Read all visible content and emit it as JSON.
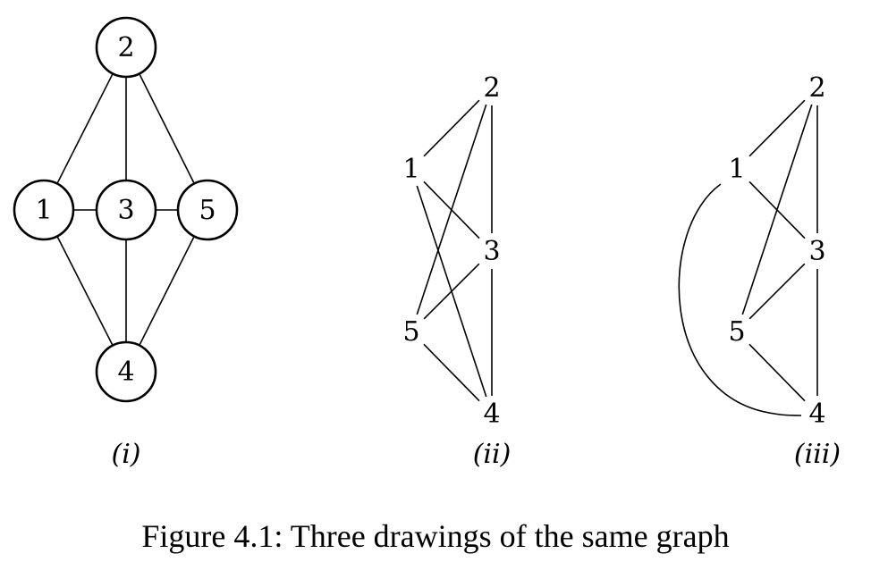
{
  "caption": "Figure 4.1: Three drawings of the same graph",
  "drawings": [
    {
      "id": "i",
      "sublabel": "(i)",
      "circled": true,
      "nodes": [
        {
          "id": "1",
          "label": "1"
        },
        {
          "id": "2",
          "label": "2"
        },
        {
          "id": "3",
          "label": "3"
        },
        {
          "id": "4",
          "label": "4"
        },
        {
          "id": "5",
          "label": "5"
        }
      ],
      "edges": [
        [
          "1",
          "2"
        ],
        [
          "2",
          "3"
        ],
        [
          "2",
          "5"
        ],
        [
          "1",
          "3"
        ],
        [
          "3",
          "5"
        ],
        [
          "1",
          "4"
        ],
        [
          "3",
          "4"
        ],
        [
          "5",
          "4"
        ]
      ]
    },
    {
      "id": "ii",
      "sublabel": "(ii)",
      "circled": false,
      "nodes": [
        {
          "id": "1",
          "label": "1"
        },
        {
          "id": "2",
          "label": "2"
        },
        {
          "id": "3",
          "label": "3"
        },
        {
          "id": "4",
          "label": "4"
        },
        {
          "id": "5",
          "label": "5"
        }
      ],
      "edges": [
        [
          "1",
          "2"
        ],
        [
          "2",
          "5"
        ],
        [
          "2",
          "3"
        ],
        [
          "1",
          "3"
        ],
        [
          "1",
          "4"
        ],
        [
          "5",
          "3"
        ],
        [
          "5",
          "4"
        ],
        [
          "3",
          "4"
        ]
      ]
    },
    {
      "id": "iii",
      "sublabel": "(iii)",
      "circled": false,
      "nodes": [
        {
          "id": "1",
          "label": "1"
        },
        {
          "id": "2",
          "label": "2"
        },
        {
          "id": "3",
          "label": "3"
        },
        {
          "id": "4",
          "label": "4"
        },
        {
          "id": "5",
          "label": "5"
        }
      ],
      "edges": [
        [
          "1",
          "2"
        ],
        [
          "2",
          "5"
        ],
        [
          "2",
          "3"
        ],
        [
          "1",
          "3"
        ],
        [
          "5",
          "3"
        ],
        [
          "5",
          "4"
        ],
        [
          "3",
          "4"
        ],
        [
          "1",
          "4",
          "curve"
        ]
      ]
    }
  ]
}
